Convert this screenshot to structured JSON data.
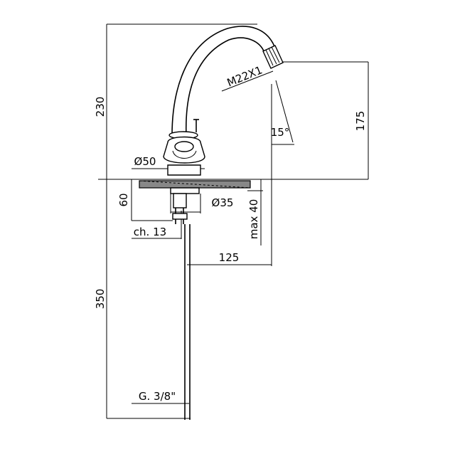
{
  "drawing": {
    "labels": {
      "height_total": "230",
      "spout_height": "175",
      "thread_spout": "M22X1",
      "angle": "15°",
      "base_diameter": "Ø50",
      "body_diameter": "Ø35",
      "depth": "60",
      "max_thickness": "max 40",
      "hex": "ch. 13",
      "reach": "125",
      "pipe_length": "350",
      "thread_inlet": "G. 3/8\""
    },
    "colors": {
      "line": "#000000",
      "background": "#ffffff"
    }
  }
}
